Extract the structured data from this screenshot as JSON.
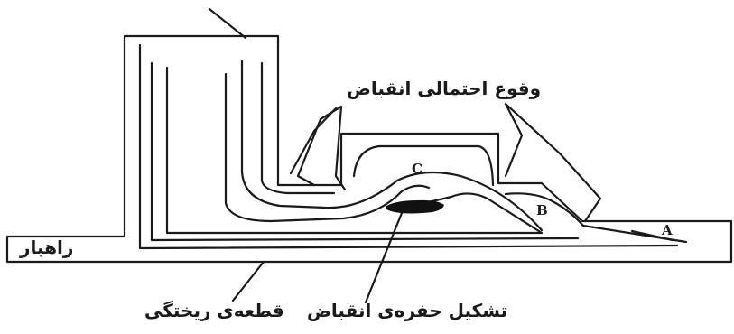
{
  "labels": {
    "probable_shrinkage": "وقوع احتمالی انقباض",
    "runner": "راهبار",
    "casting_part": "قطعه‌ی ریختگی",
    "shrinkage_cavity": "تشکیل حفره‌ی انقباض"
  },
  "points": {
    "a": "A",
    "b": "B",
    "c": "C"
  },
  "colors": {
    "ink": "#1a1a1a",
    "background": "#ffffff",
    "cavity": "#111111"
  }
}
